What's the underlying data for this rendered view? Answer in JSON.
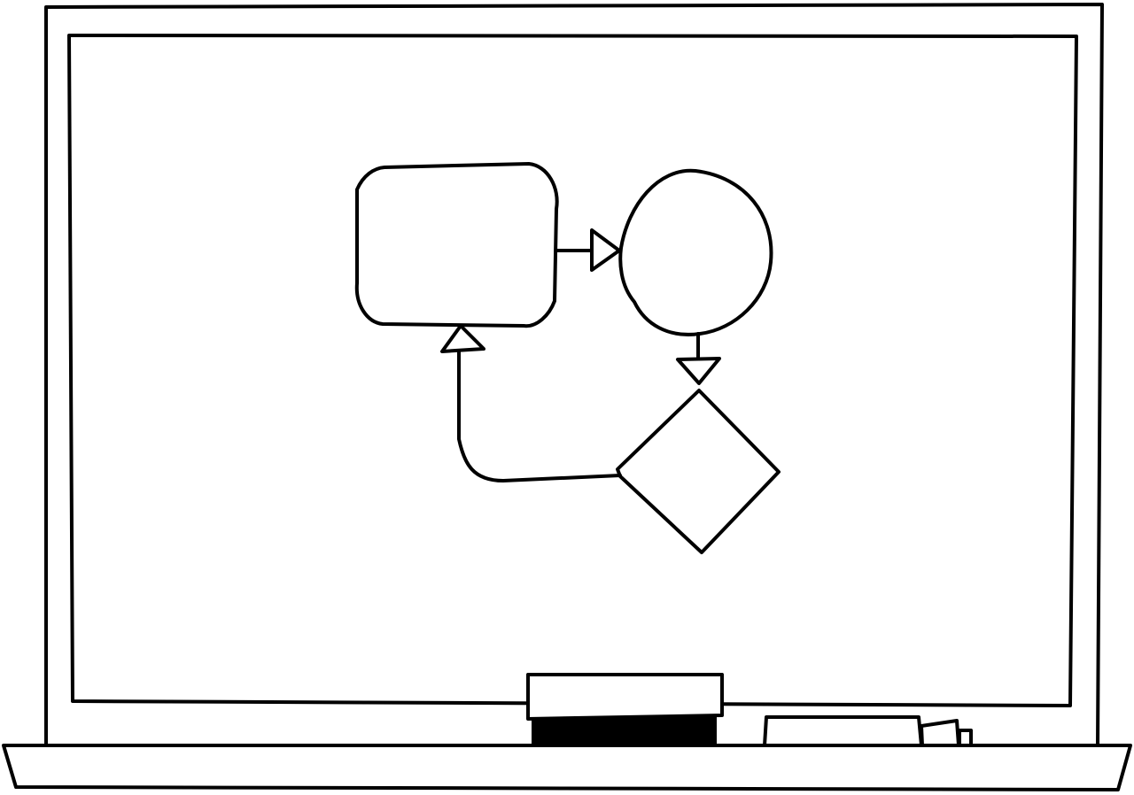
{
  "scene": {
    "subject": "whiteboard",
    "ink_color": "#000000",
    "background_color": "#ffffff"
  },
  "whiteboard": {
    "outer_frame": {},
    "inner_surface": {},
    "tray": {},
    "eraser": {},
    "marker": {}
  },
  "flowchart": {
    "nodes": [
      {
        "id": "process-box",
        "shape": "rounded-rectangle",
        "text": ""
      },
      {
        "id": "circle-node",
        "shape": "circle",
        "text": ""
      },
      {
        "id": "decision-diamond",
        "shape": "diamond",
        "text": ""
      }
    ],
    "edges": [
      {
        "from": "process-box",
        "to": "circle-node",
        "arrowhead": "open-triangle"
      },
      {
        "from": "circle-node",
        "to": "decision-diamond",
        "arrowhead": "open-triangle"
      },
      {
        "from": "decision-diamond",
        "to": "process-box",
        "arrowhead": "open-triangle"
      }
    ]
  }
}
